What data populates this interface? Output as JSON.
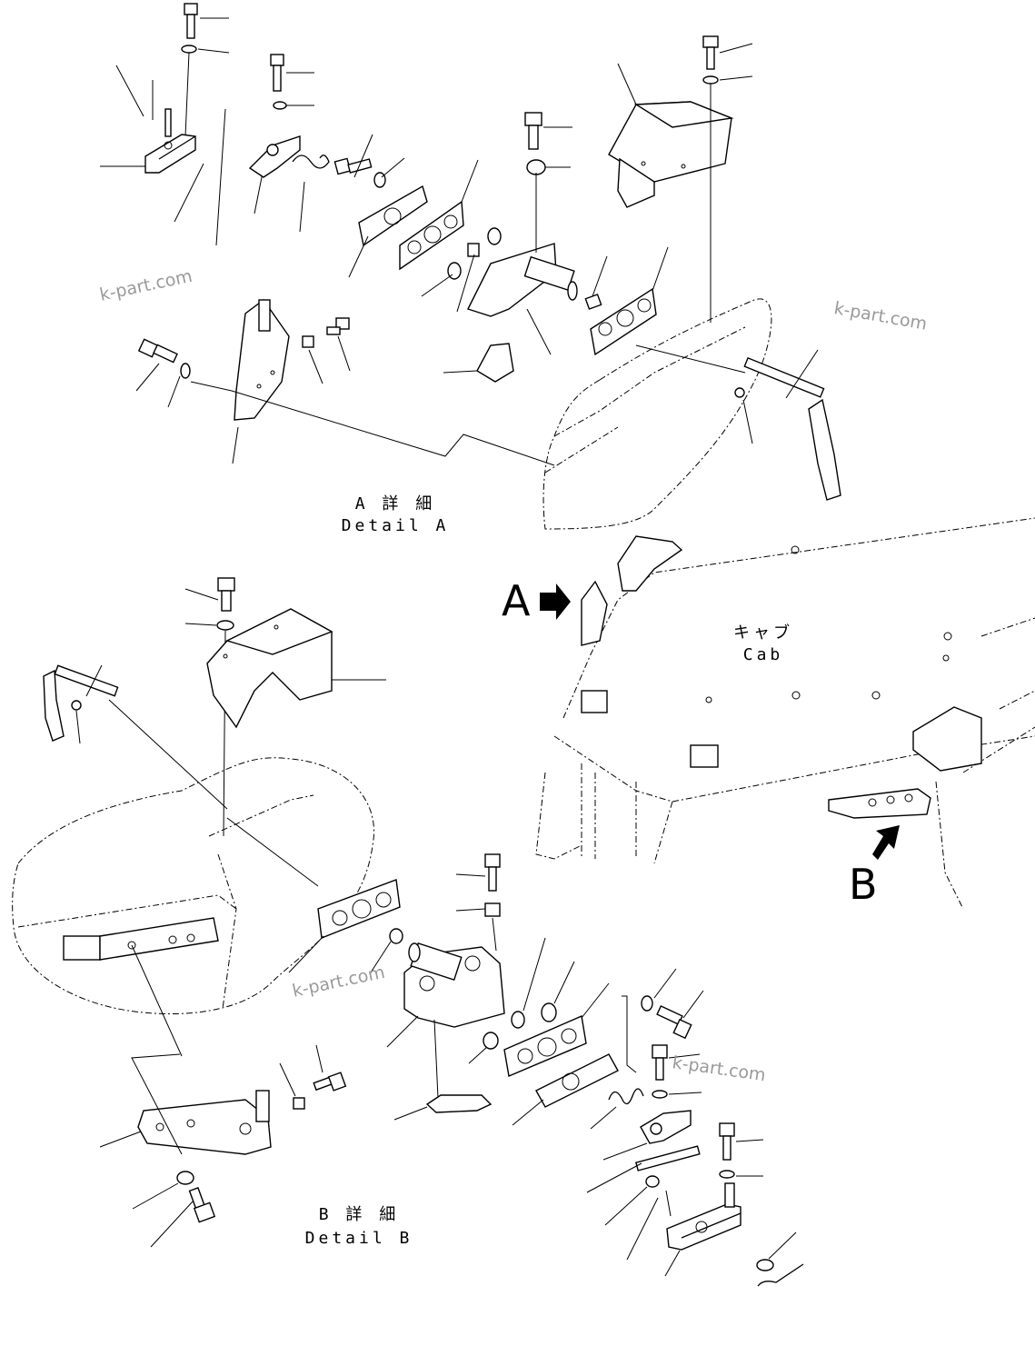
{
  "detail_a": {
    "title_jp": "A 詳 細",
    "title_en": "Detail A"
  },
  "detail_b": {
    "title_jp": "B 詳 細",
    "title_en": "Detail B"
  },
  "cab": {
    "label_jp": "キャブ",
    "label_en": "Cab"
  },
  "arrows": {
    "a": "A",
    "b": "B"
  },
  "watermark": "k-part.com"
}
